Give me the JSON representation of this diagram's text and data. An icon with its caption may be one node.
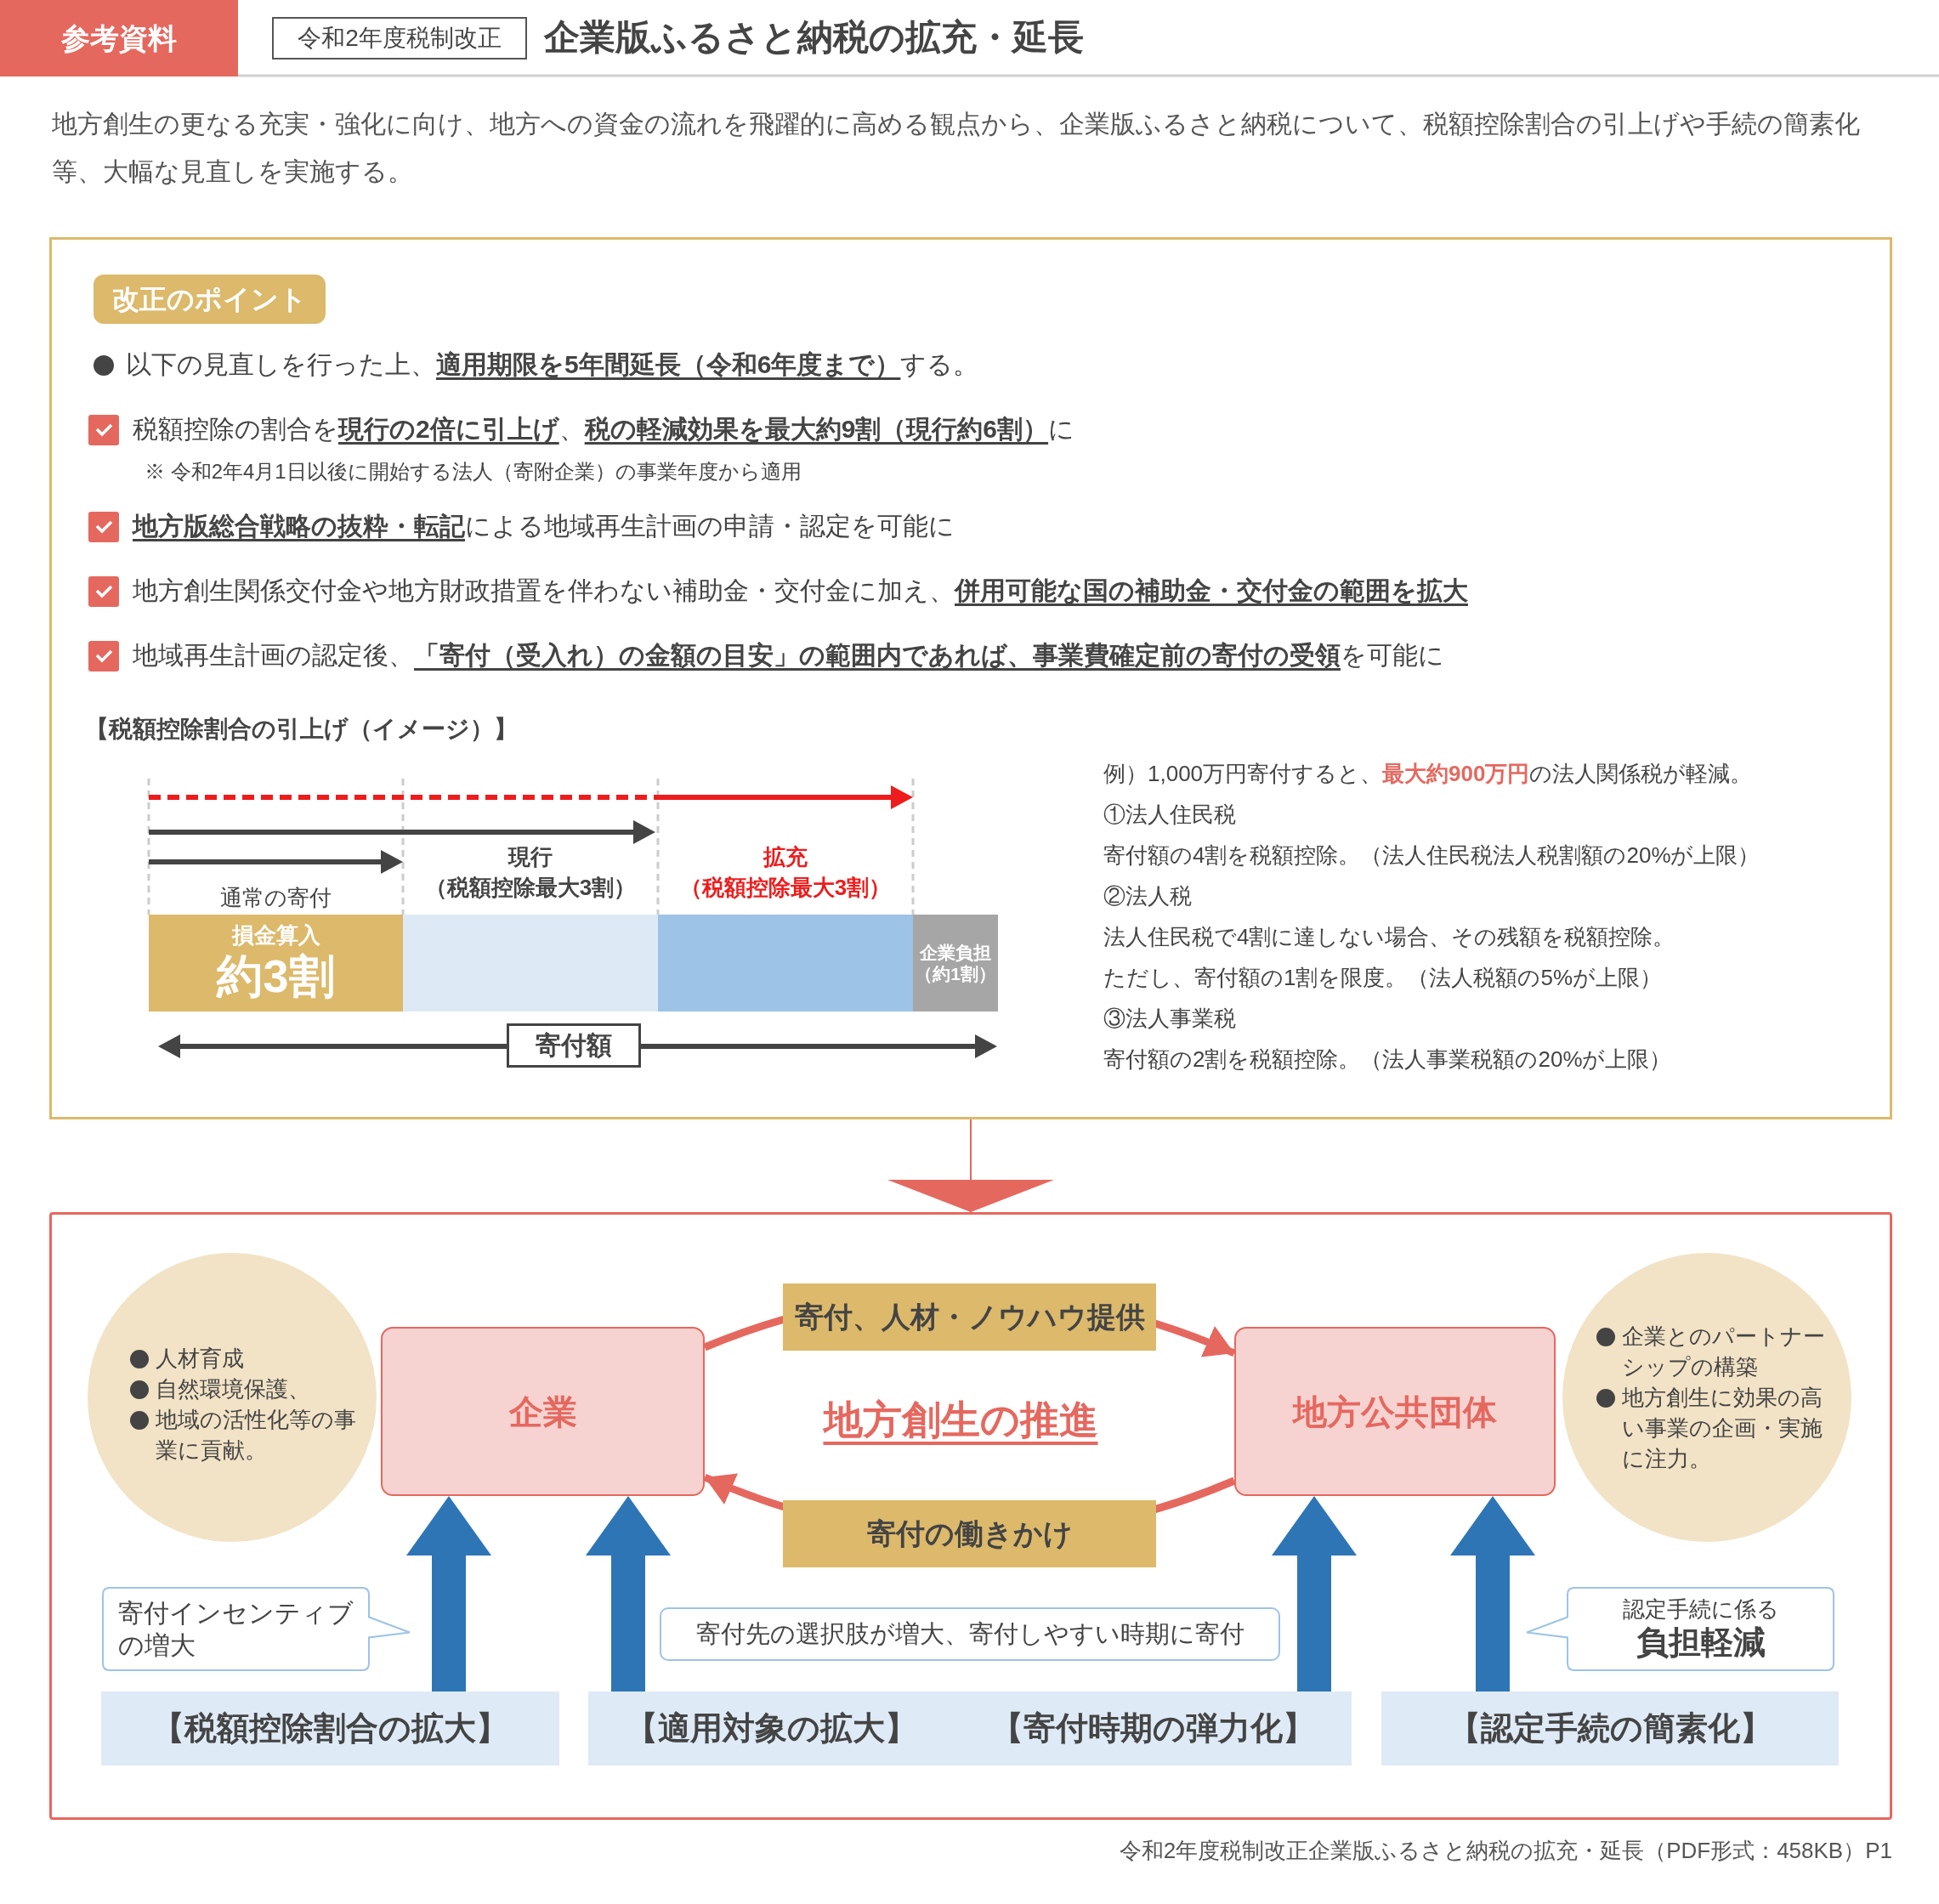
{
  "diagram": {
    "title": "企業版ふるさと納税の拡充・延長",
    "caption": "令和2年度税制改正企業版ふるさと納税の拡充・延長（PDF形式：458KB）P1",
    "nodes": [
      {
        "text": [
          "改正のポイント"
        ]
      },
      {
        "text": [
          "損金算入",
          "約3割"
        ],
        "in": 0,
        "beside": [
          "通常の寄付"
        ]
      },
      {
        "text": [],
        "shape": "bar",
        "in": 0,
        "beside": [
          "現行（税額控除最大3割）"
        ]
      },
      {
        "text": [],
        "shape": "bar",
        "in": 0,
        "beside": [
          "拡充（税額控除最大3割）"
        ]
      },
      {
        "text": [
          "企業負担（約1割）"
        ],
        "in": 0
      },
      {
        "text": [
          "寄付額"
        ],
        "in": 0
      },
      {
        "text": [],
        "shape": "box"
      },
      {
        "text": [
          "人材育成",
          "自然環境保護、",
          "地域の活性化等の事業に貢献。"
        ],
        "in": 6
      },
      {
        "text": [
          "企業"
        ],
        "in": 6
      },
      {
        "text": [
          "地方公共団体"
        ],
        "in": 6
      },
      {
        "text": [
          "企業とのパートナーシップの構築",
          "地方創生に効果の高い事業の企画・実施に注力。"
        ],
        "in": 6
      },
      {
        "text": [
          "寄付インセンティブの増大"
        ],
        "in": 6
      },
      {
        "text": [
          "寄付先の選択肢が増大、寄付しやすい時期に寄付"
        ],
        "in": 6
      },
      {
        "text": [
          "認定手続に係る",
          "負担軽減"
        ],
        "in": 6
      },
      {
        "text": [
          "【税額控除割合の拡大】"
        ],
        "in": 6
      },
      {
        "text": [
          "【適用対象の拡大】",
          "【寄付時期の弾力化】"
        ],
        "in": 6
      },
      {
        "text": [
          "【認定手続の簡素化】"
        ],
        "in": 6
      }
    ],
    "edges": [
      {
        "from": 8,
        "to": 9,
        "arrow": "to",
        "label": "寄付、人材・ノウハウ提供",
        "color": "#e5685f"
      },
      {
        "from": 9,
        "to": 8,
        "arrow": "to",
        "label": "寄付の働きかけ",
        "color": "#e5685f"
      },
      {
        "from": 0,
        "to": 6,
        "arrow": "to",
        "color": "#e5685f"
      },
      {
        "from": 14,
        "to": 8,
        "arrow": "to"
      },
      {
        "from": 15,
        "to": 8,
        "arrow": "to"
      },
      {
        "from": 15,
        "to": 9,
        "arrow": "to"
      },
      {
        "from": 16,
        "to": 9,
        "arrow": "to"
      }
    ],
    "labels": [
      "参考資料",
      "令和2年度税制改正",
      "地方創生の更なる充実・強化に向け、地方への資金の流れを飛躍的に高める観点から、企業版ふるさと納税について、税額控除割合の引上げや手続の簡素化等、大幅な見直しを実施する。",
      "以下の見直しを行った上、**適用期限を5年間延長（令和6年度まで）**する。",
      "税額控除の割合を**現行の2倍に引上げ**、**税の軽減効果を最大約9割（現行約6割）**に",
      "※ 令和2年4月1日以後に開始する法人（寄附企業）の事業年度から適用",
      "**地方版総合戦略の抜粋・転記**による地域再生計画の申請・認定を可能に",
      "地方創生関係交付金や地方財政措置を伴わない補助金・交付金に加え、**併用可能な国の補助金・交付金の範囲を拡大**",
      "地域再生計画の認定後、**「寄付（受入れ）の金額の目安」の範囲内であれば、事業費確定前の寄付の受領**を可能に",
      "【税額控除割合の引上げ（イメージ）】",
      "例）1,000万円寄付すると、**最大約900万円**の法人関係税が軽減。",
      "①法人住民税",
      "寄付額の4割を税額控除。（法人住民税法人税割額の20%が上限）",
      "②法人税",
      "法人住民税で4割に達しない場合、その残額を税額控除。",
      "ただし、寄付額の1割を限度。（法人税額の5%が上限）",
      "③法人事業税",
      "寄付額の2割を税額控除。（法人事業税額の20%が上限）",
      "地方創生の推進"
    ]
  }
}
